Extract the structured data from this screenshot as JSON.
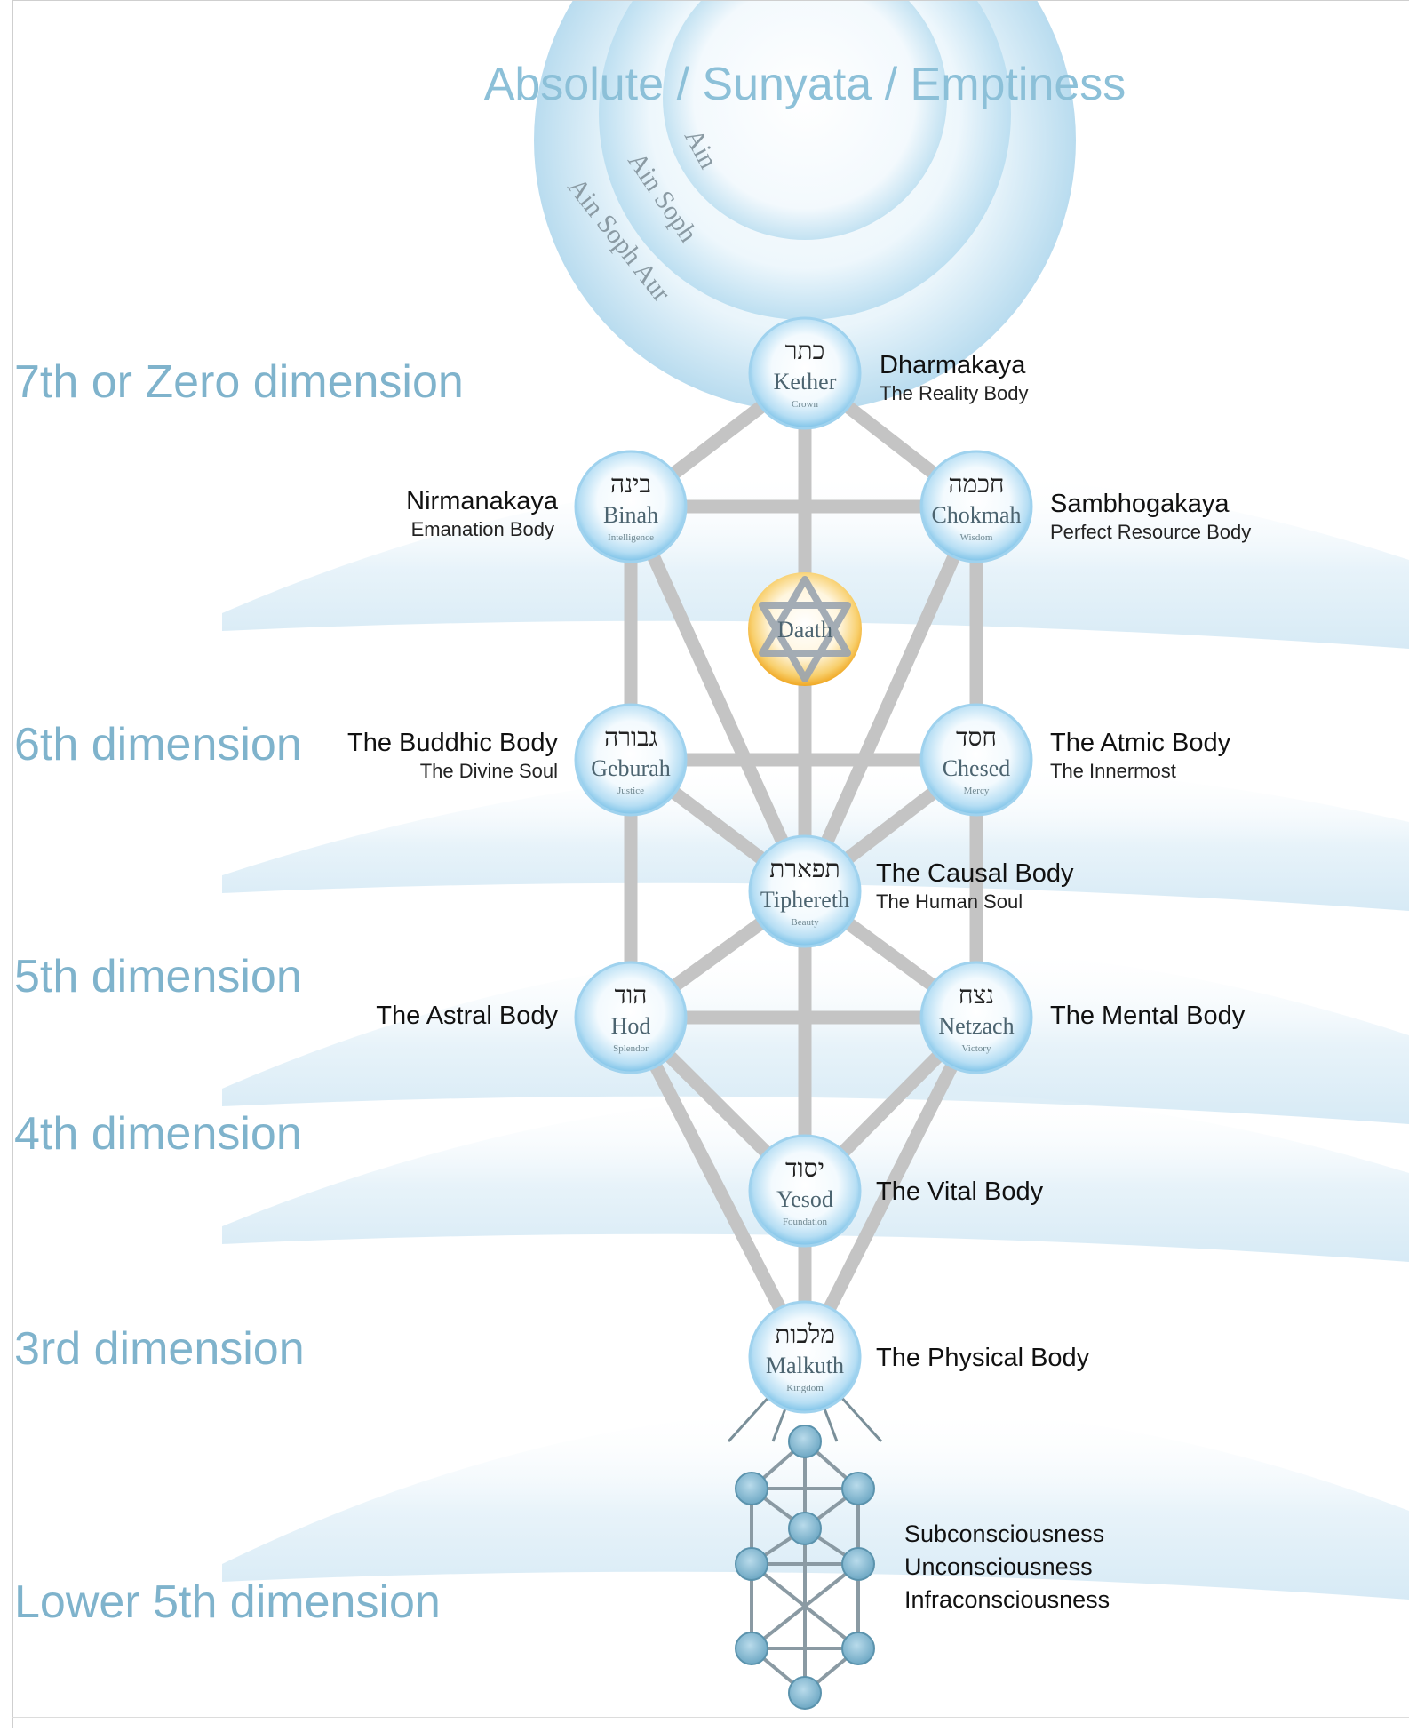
{
  "title": "Absolute / Sunyata / Emptiness",
  "veils": [
    "Ain",
    "Ain Soph",
    "Ain Soph Aur"
  ],
  "dimensions": [
    "7th or Zero dimension",
    "6th dimension",
    "5th dimension",
    "4th dimension",
    "3rd dimension",
    "Lower 5th dimension"
  ],
  "sephiroth": {
    "kether": {
      "hebrew": "כתר",
      "name": "Kether",
      "meaning": "Crown",
      "body": "Dharmakaya",
      "body_sub": "The Reality Body"
    },
    "binah": {
      "hebrew": "בינה",
      "name": "Binah",
      "meaning": "Intelligence",
      "body": "Nirmanakaya",
      "body_sub": "Emanation Body"
    },
    "chokmah": {
      "hebrew": "חכמה",
      "name": "Chokmah",
      "meaning": "Wisdom",
      "body": "Sambhogakaya",
      "body_sub": "Perfect Resource Body"
    },
    "daath": {
      "name": "Daath"
    },
    "geburah": {
      "hebrew": "גבורה",
      "name": "Geburah",
      "meaning": "Justice",
      "body": "The Buddhic Body",
      "body_sub": "The Divine Soul"
    },
    "chesed": {
      "hebrew": "חסד",
      "name": "Chesed",
      "meaning": "Mercy",
      "body": "The Atmic Body",
      "body_sub": "The Innermost"
    },
    "tiphereth": {
      "hebrew": "תפארת",
      "name": "Tiphereth",
      "meaning": "Beauty",
      "body": "The Causal Body",
      "body_sub": "The Human Soul"
    },
    "hod": {
      "hebrew": "הוד",
      "name": "Hod",
      "meaning": "Splendor",
      "body": "The Astral Body"
    },
    "netzach": {
      "hebrew": "נצח",
      "name": "Netzach",
      "meaning": "Victory",
      "body": "The Mental Body"
    },
    "yesod": {
      "hebrew": "יסוד",
      "name": "Yesod",
      "meaning": "Foundation",
      "body": "The Vital Body"
    },
    "malkuth": {
      "hebrew": "מלכות",
      "name": "Malkuth",
      "meaning": "Kingdom",
      "body": "The Physical Body"
    }
  },
  "lower_levels": [
    "Subconsciousness",
    "Unconsciousness",
    "Infraconsciousness"
  ],
  "colors": {
    "dimension_text": "#7fb3cc",
    "path_gray": "#c4c4c4",
    "sphere_blue": "#8fcbec",
    "daath_gold": "#f3b234",
    "lower_node": "#87b9d1"
  }
}
